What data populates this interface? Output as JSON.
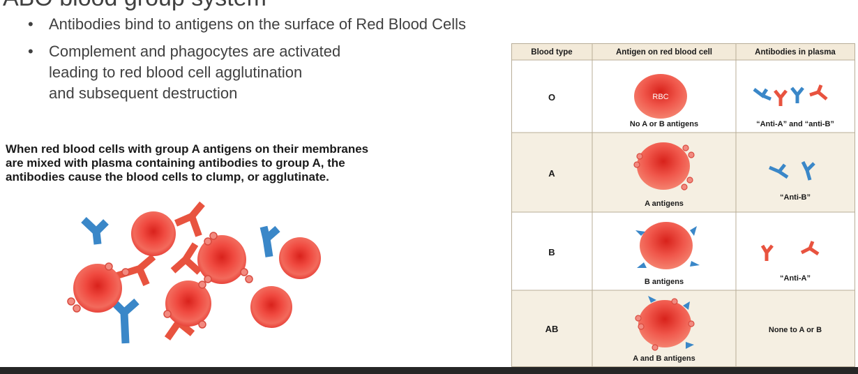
{
  "slide": {
    "title": "ABO blood group system",
    "bullets": [
      {
        "lines": [
          "Antibodies bind to antigens on the surface of Red Blood Cells"
        ]
      },
      {
        "lines": [
          "Complement and phagocytes are activated",
          "leading to red blood cell agglutination",
          "and subsequent destruction"
        ]
      }
    ],
    "bullet_char": "•"
  },
  "caption": {
    "lines": [
      "When red blood cells with group A antigens on their membranes",
      "are mixed with plasma containing antibodies to group A, the",
      "antibodies cause the blood cells to clump, or agglutinate."
    ]
  },
  "table": {
    "headers": [
      "Blood type",
      "Antigen on red blood cell",
      "Antibodies in plasma"
    ],
    "rbc_label": "RBC",
    "rows": [
      {
        "type": "O",
        "antigen_label": "No A or B antigens",
        "antibody_label": "“Anti-A” and “anti-B”"
      },
      {
        "type": "A",
        "antigen_label": "A antigens",
        "antibody_label": "“Anti-B”"
      },
      {
        "type": "B",
        "antigen_label": "B antigens",
        "antibody_label": "“Anti-A”"
      },
      {
        "type": "AB",
        "antigen_label": "A and B antigens",
        "antibody_label": "None to A or B"
      }
    ]
  },
  "colors": {
    "anti_a": "#e8533f",
    "anti_b": "#3a87c8",
    "rbc": "#e8433a",
    "header_bg": "#f3ead9",
    "row_tint": "#f5efe2"
  }
}
